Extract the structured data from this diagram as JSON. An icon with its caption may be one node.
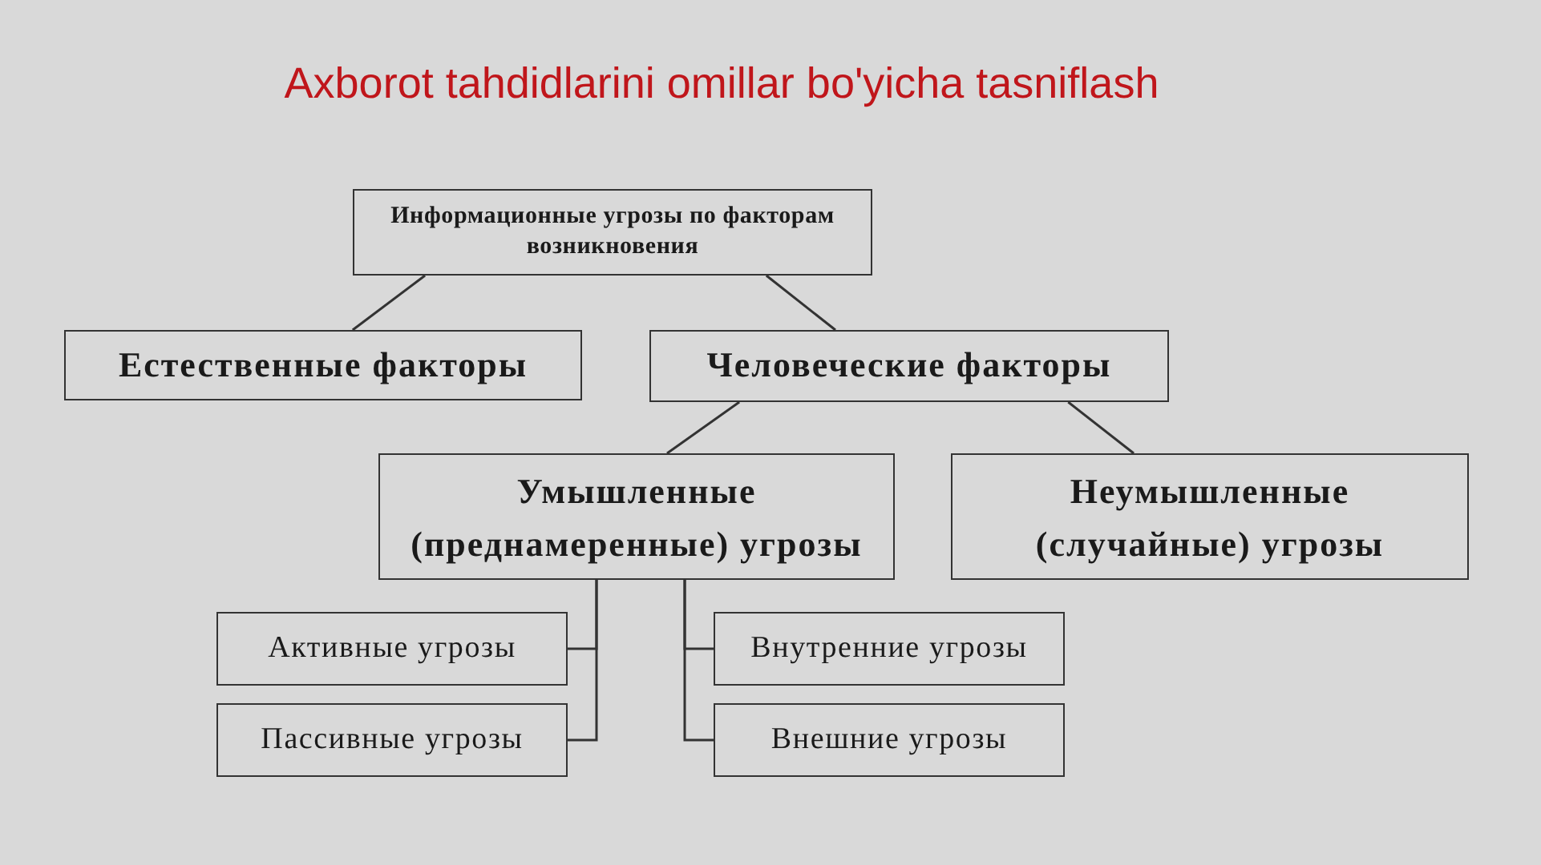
{
  "diagram": {
    "title": "Axborot tahdidlarini omillar bo'yicha tasniflash",
    "nodes": [
      {
        "text": [
          "Информационные угрозы по факторам возникновения"
        ]
      },
      {
        "text": [
          "Естественные факторы"
        ]
      },
      {
        "text": [
          "Человеческие факторы"
        ]
      },
      {
        "text": [
          "Умышленные (преднамеренные) угрозы"
        ]
      },
      {
        "text": [
          "Неумышленные (случайные) угрозы"
        ]
      },
      {
        "text": [
          "Активные угрозы"
        ]
      },
      {
        "text": [
          "Пассивные угрозы"
        ]
      },
      {
        "text": [
          "Внутренние угрозы"
        ]
      },
      {
        "text": [
          "Внешние угрозы"
        ]
      }
    ],
    "edges": [
      {
        "from": 0,
        "to": 1,
        "arrow": "none"
      },
      {
        "from": 0,
        "to": 2,
        "arrow": "none"
      },
      {
        "from": 2,
        "to": 3,
        "arrow": "none"
      },
      {
        "from": 2,
        "to": 4,
        "arrow": "none"
      },
      {
        "from": 3,
        "to": 5,
        "arrow": "none"
      },
      {
        "from": 3,
        "to": 6,
        "arrow": "none"
      },
      {
        "from": 3,
        "to": 7,
        "arrow": "none"
      },
      {
        "from": 3,
        "to": 8,
        "arrow": "none"
      }
    ]
  }
}
